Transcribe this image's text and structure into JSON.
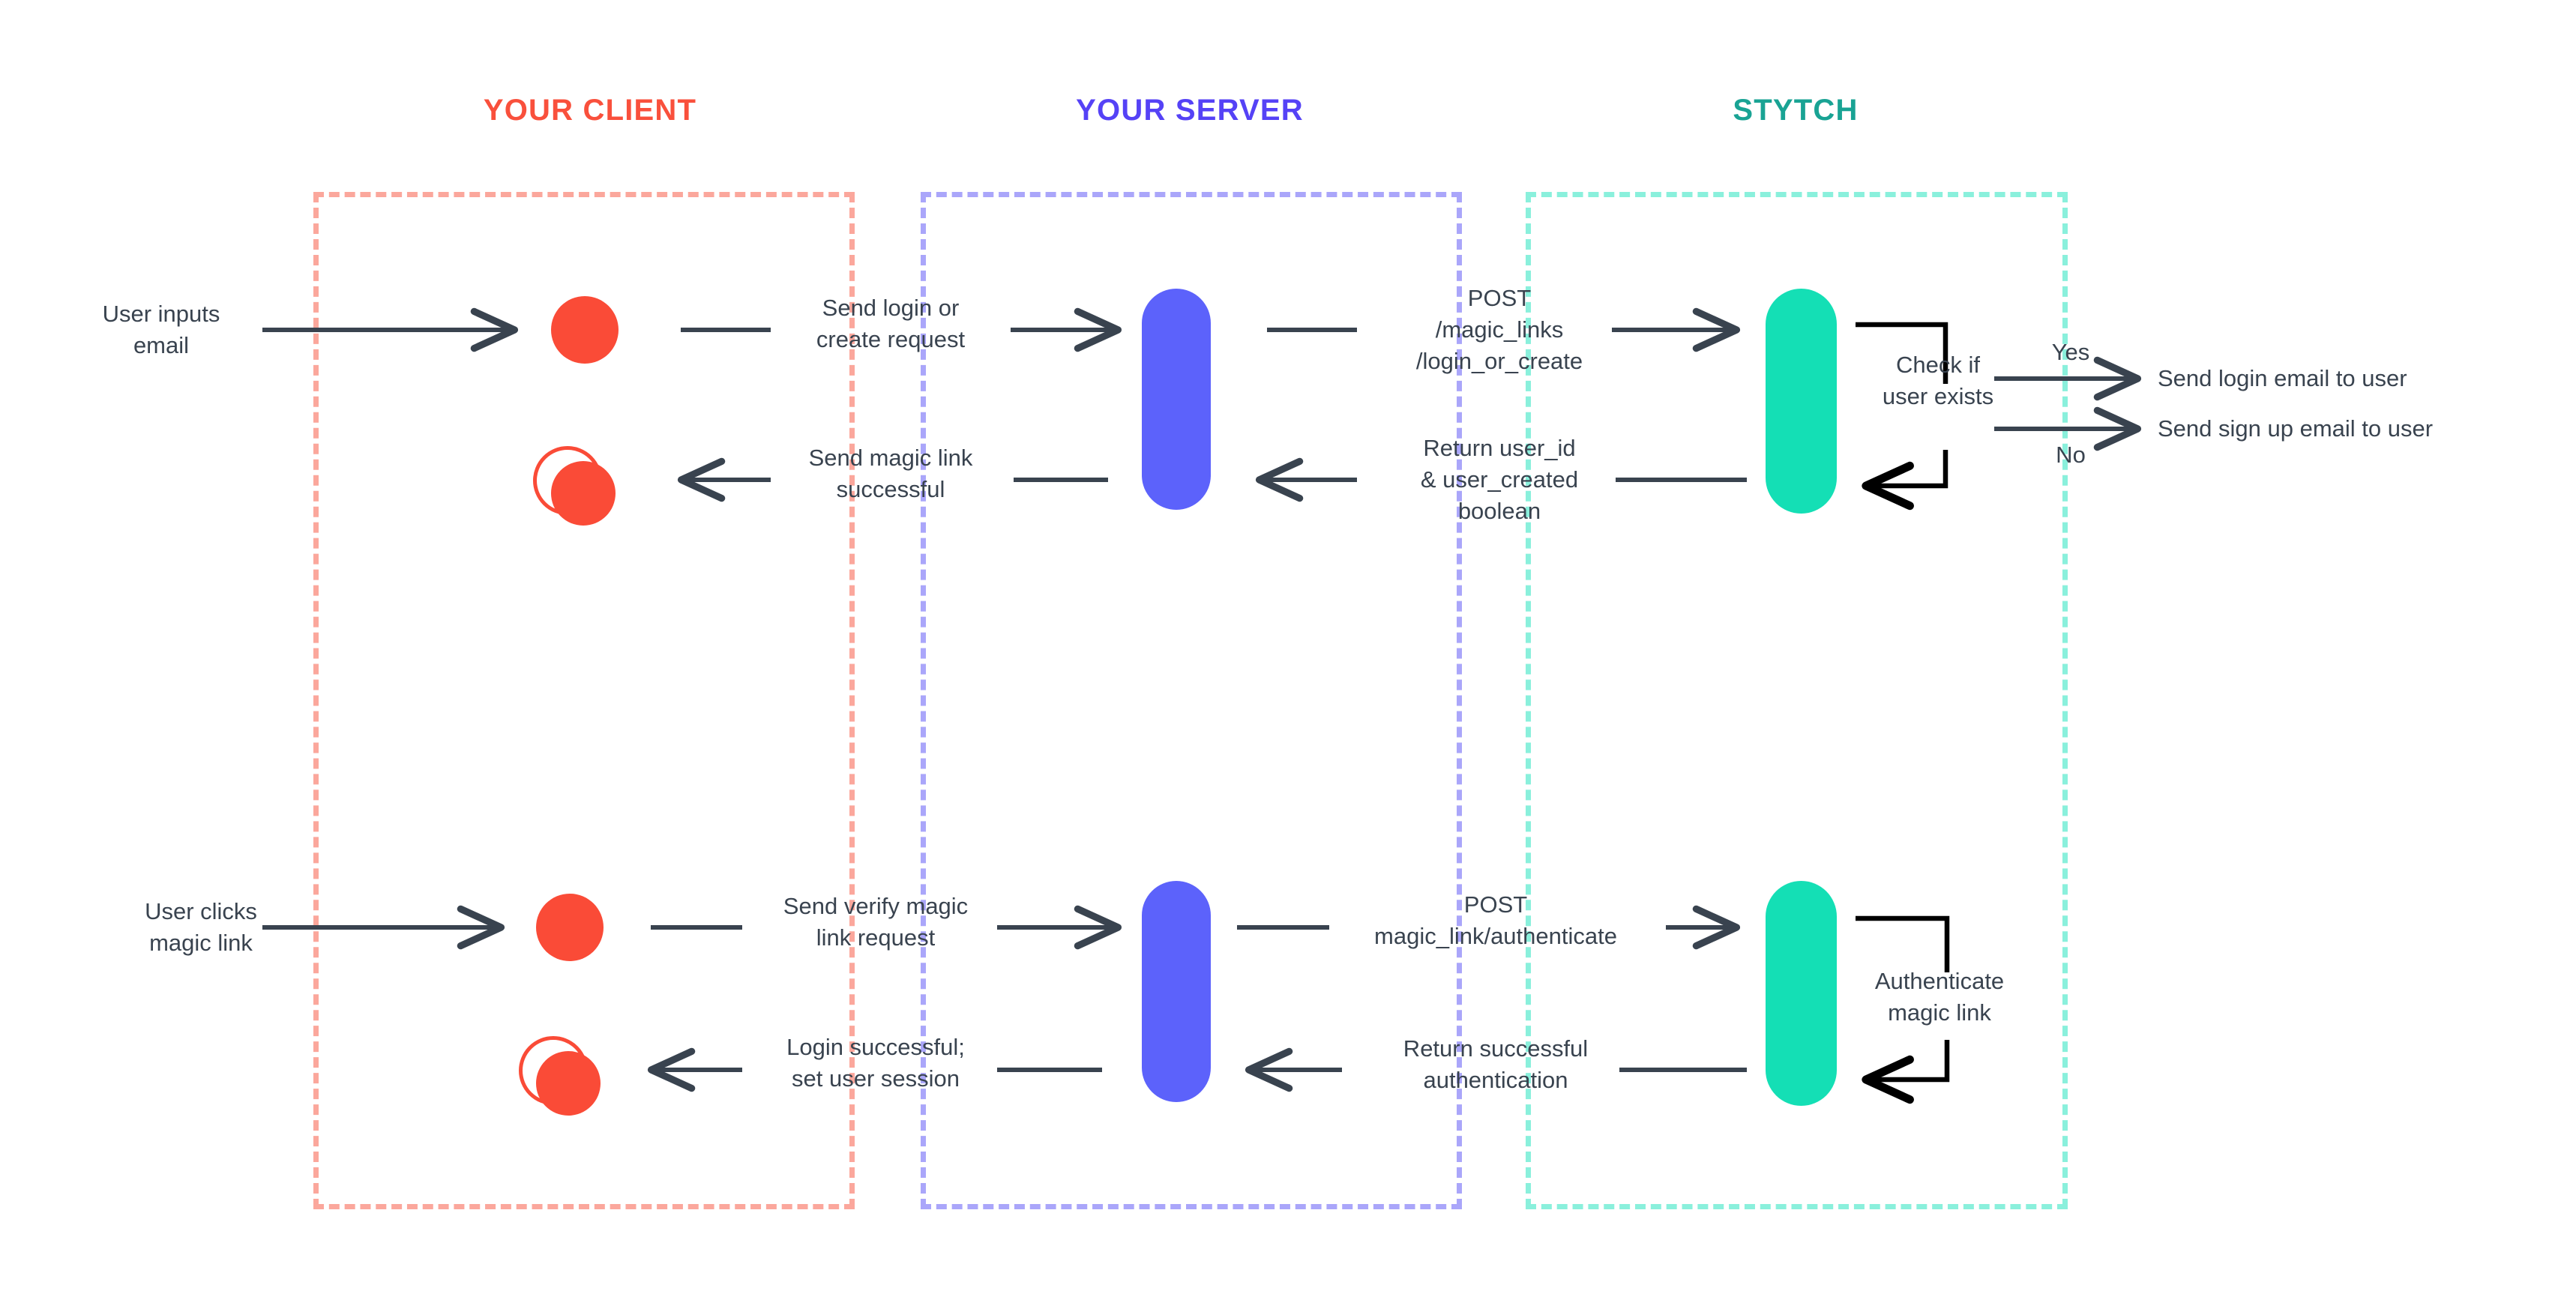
{
  "diagram": {
    "title_columns": [
      {
        "id": "client",
        "label": "YOUR CLIENT",
        "color": "#f9503c"
      },
      {
        "id": "server",
        "label": "YOUR SERVER",
        "color": "#5542f6"
      },
      {
        "id": "stytch",
        "label": "STYTCH",
        "color": "#19a394"
      }
    ],
    "lane_border_colors": {
      "client": "#fba79c",
      "server": "#aaa6fa",
      "stytch": "#8af0dc"
    },
    "node_colors": {
      "client_dot": "#fa4b37",
      "server_pill": "#5c62fb",
      "stytch_pill": "#14dfb5",
      "arrow": "#39434f",
      "self_loop": "#000000",
      "text": "#39434f"
    },
    "flow_top": {
      "user_action": "User inputs\nemail",
      "client_to_server": "Send login or\ncreate request",
      "server_to_stytch": "POST\n/magic_links\n/login_or_create",
      "stytch_self": "Check if\nuser exists",
      "branch_yes_label": "Yes",
      "branch_no_label": "No",
      "branch_yes_result": "Send login email to user",
      "branch_no_result": "Send sign up email to user",
      "stytch_to_server": "Return user_id\n& user_created\nboolean",
      "server_to_client": "Send magic link\nsuccessful"
    },
    "flow_bottom": {
      "user_action": "User clicks\nmagic link",
      "client_to_server": "Send verify magic\nlink request",
      "server_to_stytch": "POST\nmagic_link/authenticate",
      "stytch_self": "Authenticate\nmagic link",
      "stytch_to_server": "Return successful\nauthentication",
      "server_to_client": "Login successful;\nset user session"
    }
  }
}
